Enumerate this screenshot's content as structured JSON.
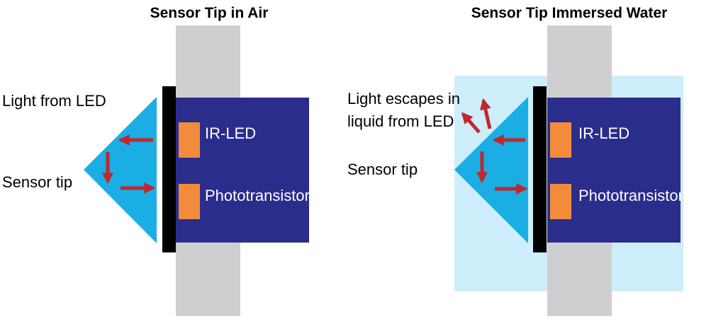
{
  "left_panel": {
    "title": "Sensor Tip in Air",
    "label_light": "Light from LED",
    "label_sensor": "Sensor tip",
    "led_label": "IR-LED",
    "photo_label": "Phototransistor"
  },
  "right_panel": {
    "title": "Sensor Tip Immersed Water",
    "label_escape_line1": "Light escapes in",
    "label_escape_line2": "liquid from LED",
    "label_sensor": "Sensor tip",
    "led_label": "IR-LED",
    "photo_label": "Phototransistor"
  },
  "colors": {
    "pcb": "#2b2d8c",
    "component": "#f28c3c",
    "prism": "#1aaee5",
    "water": "#cdeefa",
    "pipe": "#cfcfd1",
    "arrow": "#c0282c",
    "barrier": "#000000"
  }
}
